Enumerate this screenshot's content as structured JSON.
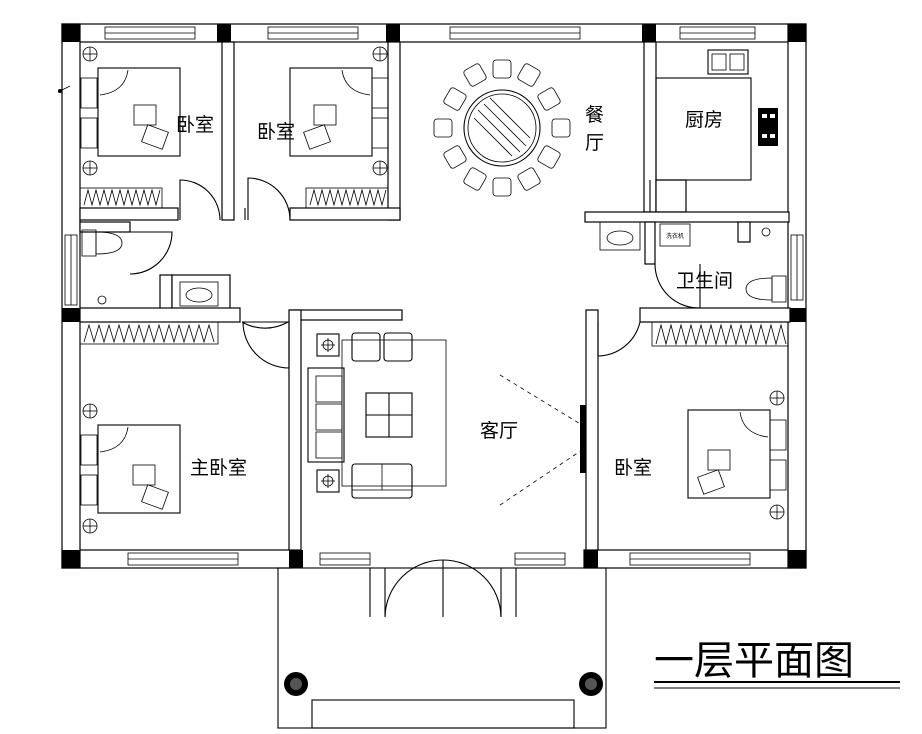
{
  "title": "一层平面图",
  "rooms": {
    "bedroom_top_left": "卧室",
    "bedroom_top_middle": "卧室",
    "dining_line1": "餐",
    "dining_line2": "厅",
    "kitchen": "厨房",
    "bathroom": "卫生间",
    "master_bedroom": "主卧室",
    "living_room": "客厅",
    "bedroom_right": "卧室"
  },
  "labels": {
    "washer": "洗衣机"
  },
  "colors": {
    "line": "#000000",
    "background": "#ffffff"
  }
}
